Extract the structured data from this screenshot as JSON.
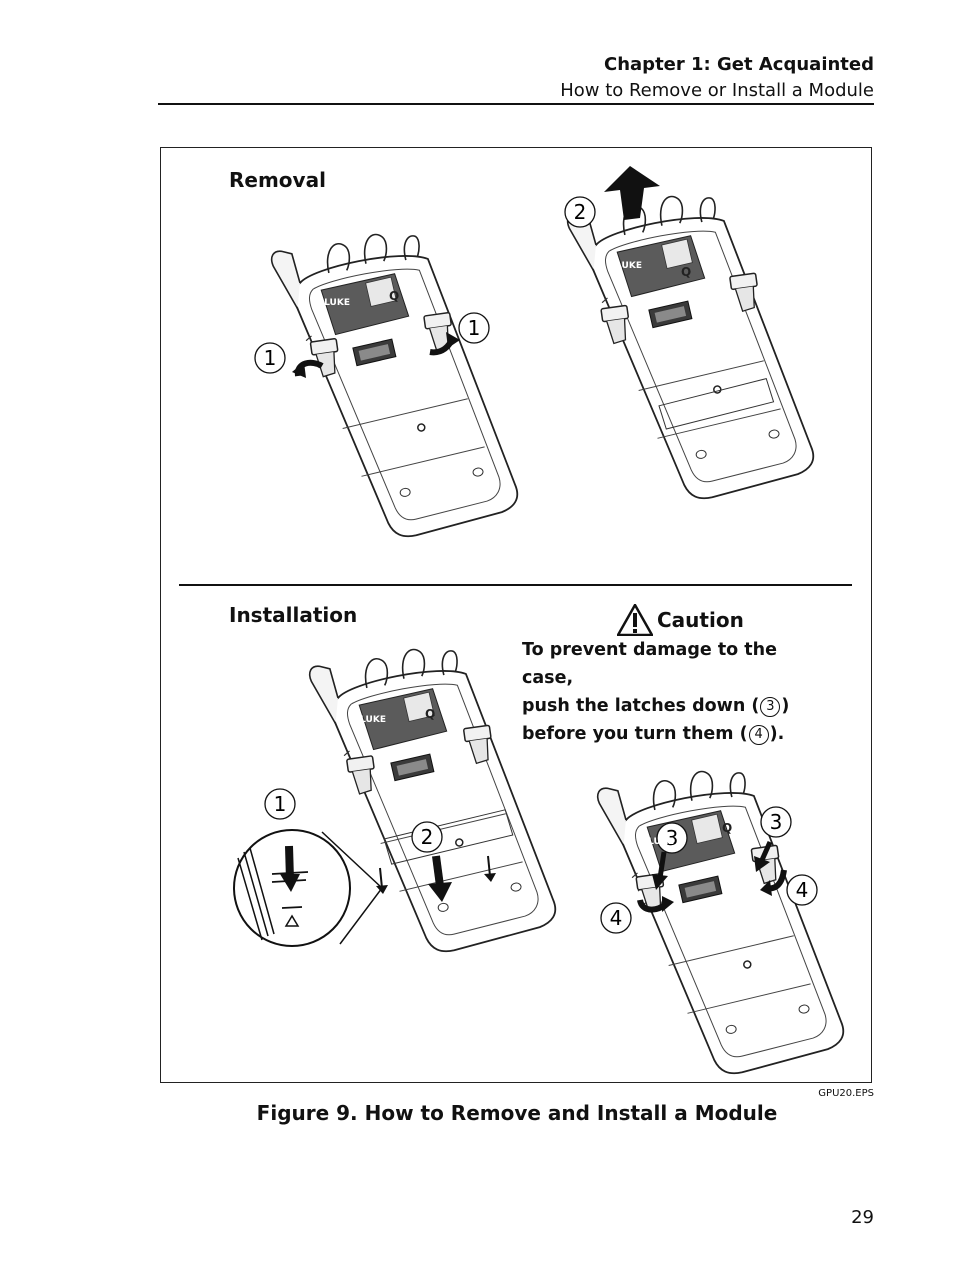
{
  "header": {
    "chapter": "Chapter 1: Get Acquainted",
    "section": "How to Remove or Install a Module"
  },
  "figure": {
    "removal_heading": "Removal",
    "installation_heading": "Installation",
    "caution": {
      "title": "Caution",
      "line1": "To prevent damage to the case,",
      "line2_pre": "push the latches down (",
      "line2_num": "3",
      "line2_post": ")",
      "line3_pre": "before you turn them (",
      "line3_num": "4",
      "line3_post": ")."
    },
    "callouts": {
      "r_left": "1",
      "r_right": "1",
      "r_lift": "2",
      "i_left": "1",
      "i_push": "2",
      "i_down_a": "3",
      "i_down_b": "3",
      "i_turn_a": "4",
      "i_turn_b": "4"
    },
    "device_label": {
      "brand": "FLUKE",
      "logo_letter": "Q"
    },
    "filename": "GPU20.EPS",
    "caption": "Figure 9. How to Remove and Install a Module"
  },
  "page_number": "29"
}
